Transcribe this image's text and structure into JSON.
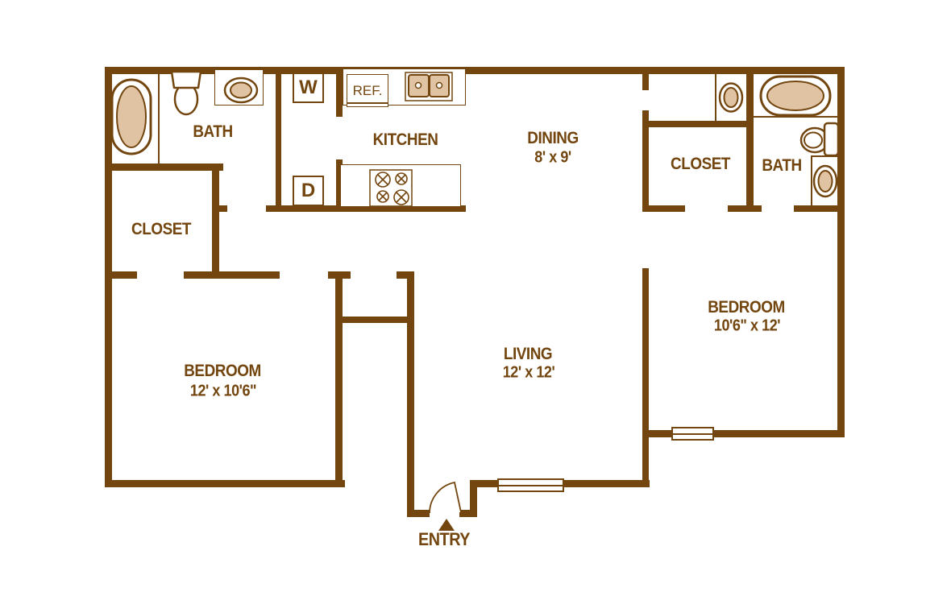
{
  "colors": {
    "wall": "#73460f",
    "fixture_fill": "#dfc3a3"
  },
  "rooms": {
    "bath_left": {
      "name": "BATH"
    },
    "closet_left": {
      "name": "CLOSET"
    },
    "kitchen": {
      "name": "KITCHEN"
    },
    "dining": {
      "name": "DINING",
      "dims": "8' x 9'"
    },
    "closet_right": {
      "name": "CLOSET"
    },
    "bath_right": {
      "name": "BATH"
    },
    "bedroom_left": {
      "name": "BEDROOM",
      "dims": "12' x 10'6\""
    },
    "living": {
      "name": "LIVING",
      "dims": "12' x 12'"
    },
    "bedroom_right": {
      "name": "BEDROOM",
      "dims": "10'6\" x 12'"
    }
  },
  "appliances": {
    "washer": "W",
    "dryer": "D",
    "refrigerator": "REF."
  },
  "entry": {
    "label": "ENTRY"
  }
}
